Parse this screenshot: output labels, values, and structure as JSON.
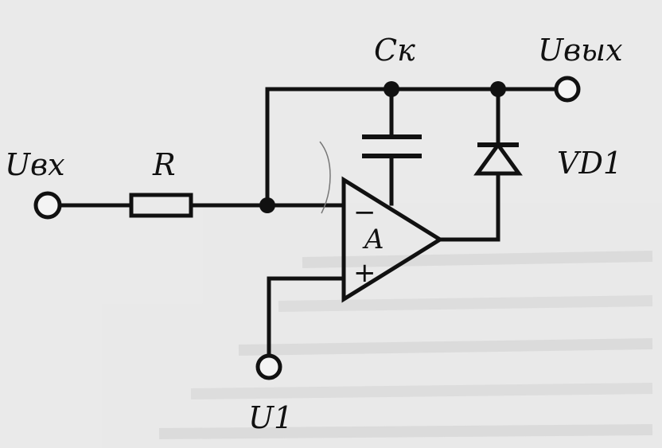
{
  "labels": {
    "input": "Uвх",
    "output": "Uвых",
    "resistor": "R",
    "capacitor": "Cк",
    "diode": "VD1",
    "opamp": "A",
    "reference": "U1",
    "inverting_sign": "−",
    "noninverting_sign": "+"
  },
  "colors": {
    "ink": "#111111",
    "paper": "#e9e9e9"
  }
}
